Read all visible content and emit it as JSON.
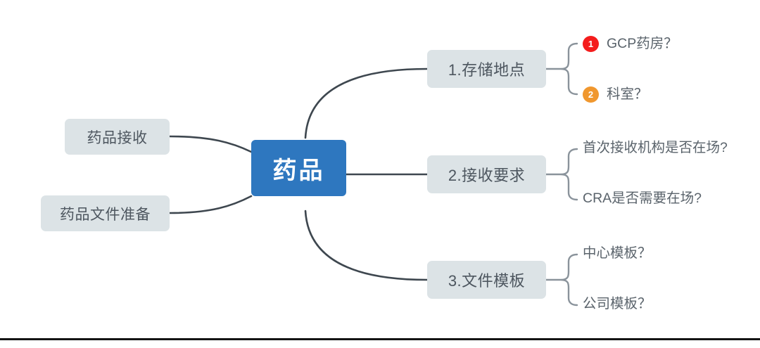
{
  "diagram": {
    "type": "mind-map",
    "orientation": "horizontal-bidirectional",
    "colors": {
      "root_fill": "#2E77BF",
      "root_text": "#FFFFFF",
      "node_fill": "#DCE3E6",
      "node_text": "#4D565F",
      "leaf_text": "#5A636B",
      "connector": "#3E474F",
      "badge_1": "#F41C1C",
      "badge_2": "#F0972E",
      "background": "#FFFFFF",
      "bottom_rule": "#141414"
    },
    "root": {
      "label": "药品"
    },
    "left_branches": [
      {
        "label": "药品接收"
      },
      {
        "label": "药品文件准备"
      }
    ],
    "right_branches": [
      {
        "label": "1.存储地点",
        "children": [
          {
            "badge": "1",
            "badge_color": "#F41C1C",
            "label": "GCP药房？"
          },
          {
            "badge": "2",
            "badge_color": "#F0972E",
            "label": "科室？"
          }
        ]
      },
      {
        "label": "2.接收要求",
        "children": [
          {
            "badge": "",
            "label": "首次接收机构是否在场?"
          },
          {
            "badge": "",
            "label": "CRA是否需要在场?"
          }
        ]
      },
      {
        "label": "3.文件模板",
        "children": [
          {
            "badge": "",
            "label": "中心模板？"
          },
          {
            "badge": "",
            "label": "公司模板？"
          }
        ]
      }
    ]
  }
}
